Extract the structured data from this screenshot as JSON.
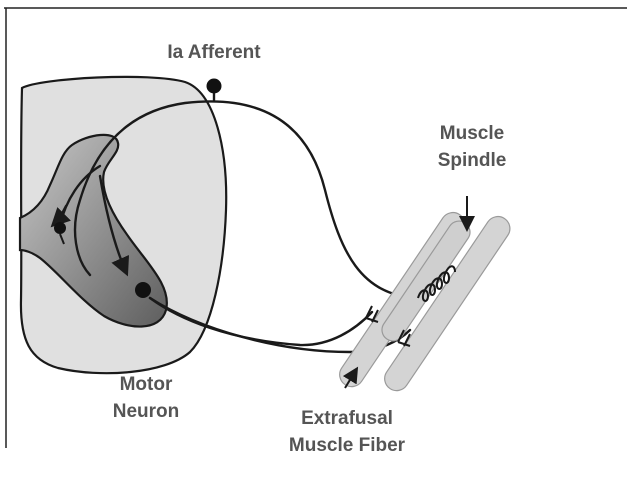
{
  "labels": {
    "ia_afferent": "Ia Afferent",
    "muscle_spindle_line1": "Muscle",
    "muscle_spindle_line2": "Spindle",
    "motor_neuron_line1": "Motor",
    "motor_neuron_line2": "Neuron",
    "extrafusal_line1": "Extrafusal",
    "extrafusal_line2": "Muscle Fiber"
  },
  "colors": {
    "background": "#ffffff",
    "spinal_cord_fill": "#e0e0e0",
    "gray_matter_dark": "#6e6e6e",
    "gray_matter_light": "#c4c4c4",
    "muscle_fiber_fill": "#d4d4d4",
    "stroke": "#1a1a1a",
    "label_text": "#555555"
  }
}
